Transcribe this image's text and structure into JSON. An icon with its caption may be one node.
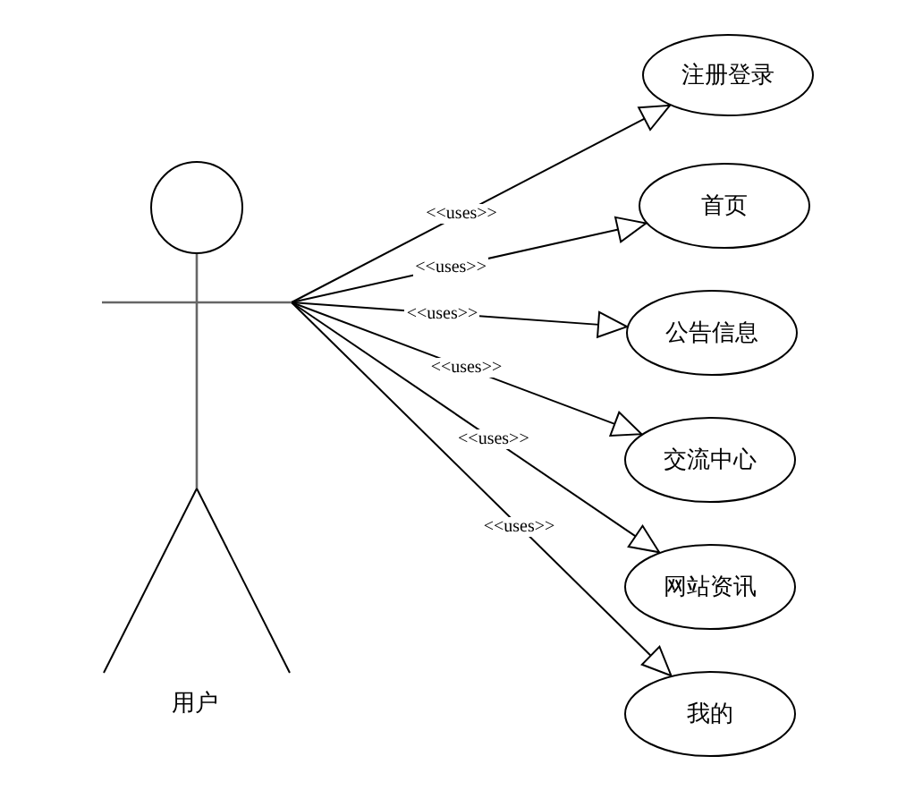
{
  "diagram": {
    "nodes": [
      {
        "text": [
          "用户"
        ]
      },
      {
        "text": [
          "注册登录"
        ]
      },
      {
        "text": [
          "首页"
        ]
      },
      {
        "text": [
          "公告信息"
        ]
      },
      {
        "text": [
          "交流中心"
        ]
      },
      {
        "text": [
          "网站资讯"
        ]
      },
      {
        "text": [
          "我的"
        ]
      }
    ],
    "edges": [
      {
        "from": 0,
        "to": 1,
        "arrow": "to",
        "label": "<<uses>>"
      },
      {
        "from": 0,
        "to": 2,
        "arrow": "to",
        "label": "<<uses>>"
      },
      {
        "from": 0,
        "to": 3,
        "arrow": "to",
        "label": "<<uses>>"
      },
      {
        "from": 0,
        "to": 4,
        "arrow": "to",
        "label": "<<uses>>"
      },
      {
        "from": 0,
        "to": 5,
        "arrow": "to",
        "label": "<<uses>>"
      },
      {
        "from": 0,
        "to": 6,
        "arrow": "to",
        "label": "<<uses>>"
      }
    ]
  }
}
